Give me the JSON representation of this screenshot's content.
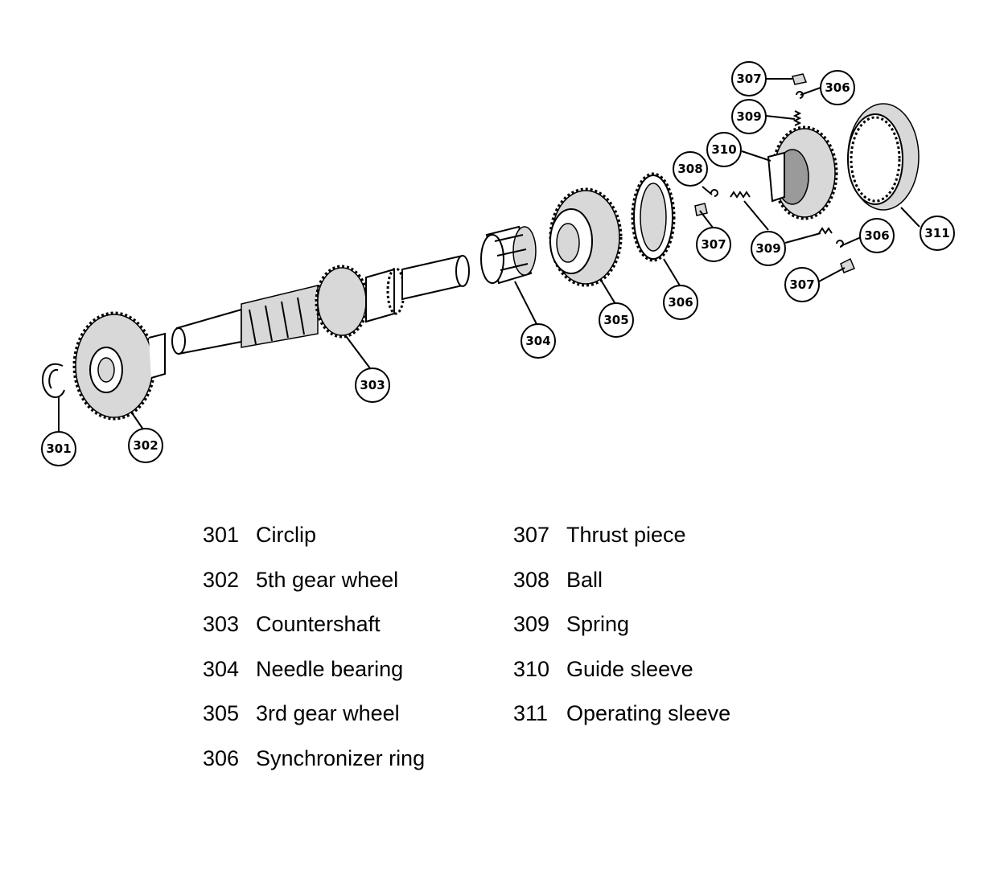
{
  "callouts": [
    {
      "id": "c301",
      "num": "301"
    },
    {
      "id": "c302",
      "num": "302"
    },
    {
      "id": "c303",
      "num": "303"
    },
    {
      "id": "c304",
      "num": "304"
    },
    {
      "id": "c305",
      "num": "305"
    },
    {
      "id": "c306a",
      "num": "306"
    },
    {
      "id": "c306b",
      "num": "306"
    },
    {
      "id": "c306c",
      "num": "306"
    },
    {
      "id": "c307a",
      "num": "307"
    },
    {
      "id": "c307b",
      "num": "307"
    },
    {
      "id": "c307c",
      "num": "307"
    },
    {
      "id": "c308",
      "num": "308"
    },
    {
      "id": "c309a",
      "num": "309"
    },
    {
      "id": "c309b",
      "num": "309"
    },
    {
      "id": "c310",
      "num": "310"
    },
    {
      "id": "c311",
      "num": "311"
    }
  ],
  "legend": {
    "col1": [
      {
        "num": "301",
        "label": "Circlip"
      },
      {
        "num": "302",
        "label": "5th gear wheel"
      },
      {
        "num": "303",
        "label": "Countershaft"
      },
      {
        "num": "304",
        "label": "Needle bearing"
      },
      {
        "num": "305",
        "label": "3rd gear wheel"
      },
      {
        "num": "306",
        "label": "Synchronizer ring"
      }
    ],
    "col2": [
      {
        "num": "307",
        "label": "Thrust piece"
      },
      {
        "num": "308",
        "label": "Ball"
      },
      {
        "num": "309",
        "label": "Spring"
      },
      {
        "num": "310",
        "label": "Guide sleeve"
      },
      {
        "num": "311",
        "label": "Operating sleeve"
      }
    ]
  }
}
